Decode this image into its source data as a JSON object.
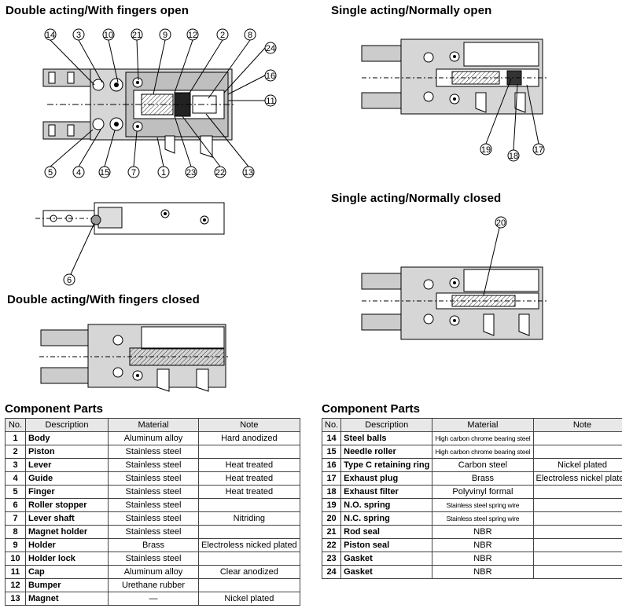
{
  "sections": {
    "double_open": "Double acting/With fingers open",
    "single_open": "Single acting/Normally open",
    "single_closed": "Single acting/Normally closed",
    "double_closed": "Double acting/With fingers closed"
  },
  "callouts": {
    "double_open_top": [
      "14",
      "3",
      "10",
      "21",
      "9",
      "12",
      "2",
      "8"
    ],
    "double_open_right": [
      "24",
      "16",
      "11"
    ],
    "double_open_bottom": [
      "5",
      "4",
      "15",
      "7",
      "1",
      "23",
      "22",
      "13"
    ],
    "roller_detail": [
      "6"
    ],
    "single_open": [
      "19",
      "18",
      "17"
    ],
    "single_closed": [
      "20"
    ]
  },
  "parts": {
    "title": "Component Parts",
    "headers": {
      "no": "No.",
      "description": "Description",
      "material": "Material",
      "note": "Note"
    },
    "left": [
      {
        "no": "1",
        "description": "Body",
        "material": "Aluminum alloy",
        "note": "Hard anodized"
      },
      {
        "no": "2",
        "description": "Piston",
        "material": "Stainless steel",
        "note": ""
      },
      {
        "no": "3",
        "description": "Lever",
        "material": "Stainless steel",
        "note": "Heat treated"
      },
      {
        "no": "4",
        "description": "Guide",
        "material": "Stainless steel",
        "note": "Heat treated"
      },
      {
        "no": "5",
        "description": "Finger",
        "material": "Stainless steel",
        "note": "Heat treated"
      },
      {
        "no": "6",
        "description": "Roller stopper",
        "material": "Stainless steel",
        "note": ""
      },
      {
        "no": "7",
        "description": "Lever shaft",
        "material": "Stainless steel",
        "note": "Nitriding"
      },
      {
        "no": "8",
        "description": "Magnet holder",
        "material": "Stainless steel",
        "note": ""
      },
      {
        "no": "9",
        "description": "Holder",
        "material": "Brass",
        "note": "Electroless nicked plated"
      },
      {
        "no": "10",
        "description": "Holder lock",
        "material": "Stainless steel",
        "note": ""
      },
      {
        "no": "11",
        "description": "Cap",
        "material": "Aluminum alloy",
        "note": "Clear anodized"
      },
      {
        "no": "12",
        "description": "Bumper",
        "material": "Urethane rubber",
        "note": ""
      },
      {
        "no": "13",
        "description": "Magnet",
        "material": "—",
        "note": "Nickel plated"
      }
    ],
    "right": [
      {
        "no": "14",
        "description": "Steel balls",
        "material": "High carbon chrome bearing steel",
        "note": ""
      },
      {
        "no": "15",
        "description": "Needle roller",
        "material": "High carbon chrome bearing steel",
        "note": ""
      },
      {
        "no": "16",
        "description": "Type C retaining ring",
        "material": "Carbon steel",
        "note": "Nickel plated"
      },
      {
        "no": "17",
        "description": "Exhaust plug",
        "material": "Brass",
        "note": "Electroless nickel plated"
      },
      {
        "no": "18",
        "description": "Exhaust filter",
        "material": "Polyvinyl formal",
        "note": ""
      },
      {
        "no": "19",
        "description": "N.O. spring",
        "material": "Stainless steel spring wire",
        "note": ""
      },
      {
        "no": "20",
        "description": "N.C. spring",
        "material": "Stainless steel spring wire",
        "note": ""
      },
      {
        "no": "21",
        "description": "Rod seal",
        "material": "NBR",
        "note": ""
      },
      {
        "no": "22",
        "description": "Piston seal",
        "material": "NBR",
        "note": ""
      },
      {
        "no": "23",
        "description": "Gasket",
        "material": "NBR",
        "note": ""
      },
      {
        "no": "24",
        "description": "Gasket",
        "material": "NBR",
        "note": ""
      }
    ]
  }
}
